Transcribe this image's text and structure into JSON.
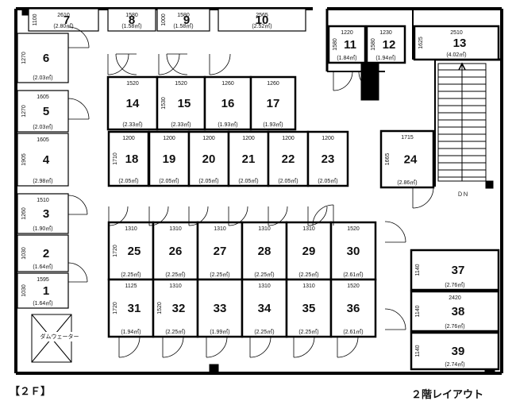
{
  "floor_label": "【２Ｆ】",
  "layout_title": "２階レイアウト",
  "elevator_label": "ダムウェーター",
  "stair_label": "ＤＮ",
  "units": [
    {
      "n": "7",
      "w": "2610",
      "h": "1100",
      "area": "(2.80㎡)"
    },
    {
      "n": "8",
      "w": "1580",
      "h": "",
      "area": "(1.58㎡)"
    },
    {
      "n": "9",
      "w": "1580",
      "h": "1000",
      "area": "(1.58㎡)"
    },
    {
      "n": "10",
      "w": "2565",
      "h": "",
      "area": "(2.52㎡)"
    },
    {
      "n": "11",
      "w": "1220",
      "h": "1580",
      "area": "(1.84㎡)"
    },
    {
      "n": "12",
      "w": "1230",
      "h": "1580",
      "area": "(1.94㎡)"
    },
    {
      "n": "13",
      "w": "2510",
      "h": "1625",
      "area": "(4.02㎡)"
    },
    {
      "n": "6",
      "w": "",
      "h": "1270",
      "area": "(2.03㎡)"
    },
    {
      "n": "5",
      "w": "1605",
      "h": "1270",
      "area": "(2.03㎡)"
    },
    {
      "n": "4",
      "w": "1605",
      "h": "1905",
      "area": "(2.98㎡)"
    },
    {
      "n": "3",
      "w": "1510",
      "h": "1260",
      "area": "(1.90㎡)"
    },
    {
      "n": "2",
      "w": "",
      "h": "1030",
      "area": "(1.64㎡)"
    },
    {
      "n": "1",
      "w": "1595",
      "h": "1030",
      "area": "(1.64㎡)"
    },
    {
      "n": "14",
      "w": "1520",
      "h": "",
      "area": "(2.33㎡)"
    },
    {
      "n": "15",
      "w": "1520",
      "h": "1530",
      "area": "(2.33㎡)"
    },
    {
      "n": "16",
      "w": "1260",
      "h": "",
      "area": "(1.93㎡)"
    },
    {
      "n": "17",
      "w": "1260",
      "h": "",
      "area": "(1.93㎡)"
    },
    {
      "n": "18",
      "w": "1200",
      "h": "1710",
      "area": "(2.05㎡)"
    },
    {
      "n": "19",
      "w": "1200",
      "h": "",
      "area": "(2.05㎡)"
    },
    {
      "n": "20",
      "w": "1200",
      "h": "",
      "area": "(2.05㎡)"
    },
    {
      "n": "21",
      "w": "1200",
      "h": "",
      "area": "(2.05㎡)"
    },
    {
      "n": "22",
      "w": "1200",
      "h": "",
      "area": "(2.05㎡)"
    },
    {
      "n": "23",
      "w": "1200",
      "h": "",
      "area": "(2.05㎡)"
    },
    {
      "n": "24",
      "w": "1715",
      "h": "1665",
      "area": "(2.86㎡)"
    },
    {
      "n": "25",
      "w": "1310",
      "h": "1720",
      "area": "(2.25㎡)"
    },
    {
      "n": "26",
      "w": "1310",
      "h": "",
      "area": "(2.25㎡)"
    },
    {
      "n": "27",
      "w": "1310",
      "h": "",
      "area": "(2.25㎡)"
    },
    {
      "n": "28",
      "w": "1310",
      "h": "",
      "area": "(2.25㎡)"
    },
    {
      "n": "29",
      "w": "1310",
      "h": "",
      "area": "(2.25㎡)"
    },
    {
      "n": "30",
      "w": "1520",
      "h": "",
      "area": "(2.61㎡)"
    },
    {
      "n": "31",
      "w": "1125",
      "h": "1720",
      "area": "(1.94㎡)"
    },
    {
      "n": "32",
      "w": "1310",
      "h": "1520",
      "area": "(2.25㎡)"
    },
    {
      "n": "33",
      "w": "",
      "h": "",
      "area": "(1.99㎡)"
    },
    {
      "n": "34",
      "w": "1310",
      "h": "",
      "area": "(2.25㎡)"
    },
    {
      "n": "35",
      "w": "1310",
      "h": "",
      "area": "(2.25㎡)"
    },
    {
      "n": "36",
      "w": "1520",
      "h": "",
      "area": "(2.61㎡)"
    },
    {
      "n": "37",
      "w": "",
      "h": "1140",
      "area": "(2.76㎡)"
    },
    {
      "n": "38",
      "w": "2420",
      "h": "1140",
      "area": "(2.76㎡)"
    },
    {
      "n": "39",
      "w": "",
      "h": "1140",
      "area": "(2.74㎡)"
    }
  ]
}
